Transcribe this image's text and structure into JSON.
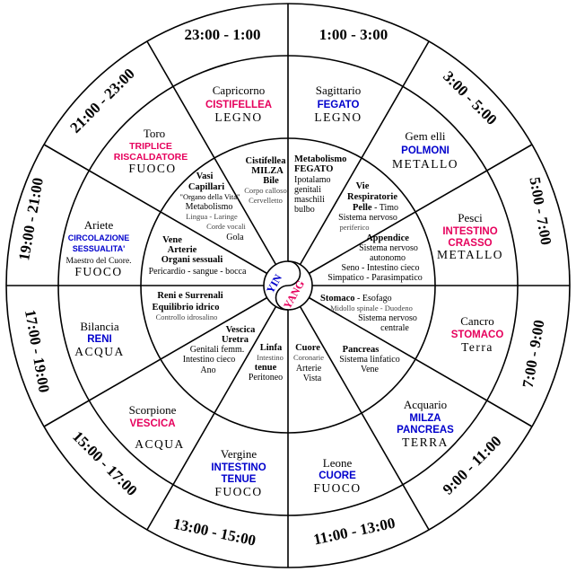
{
  "times": {
    "t23_1": "23:00 - 1:00",
    "t1_3": "1:00 - 3:00",
    "t3_5": "3:00 - 5:00",
    "t5_7": "5:00 - 7:00",
    "t7_9": "7:00 - 9:00",
    "t9_11": "9:00 - 11:00",
    "t11_13": "11:00 - 13:00",
    "t13_15": "13:00 - 15:00",
    "t15_17": "15:00 - 17:00",
    "t17_19": "17:00 - 19:00",
    "t19_21": "19:00 - 21:00",
    "t21_23": "21:00 - 23:00"
  },
  "signs": {
    "capricorno": {
      "sign": "Capricorno",
      "organ": "CISTIFELLEA",
      "element": "LEGNO"
    },
    "sagittario": {
      "sign": "Sagittario",
      "organ": "FEGATO",
      "element": "LEGNO"
    },
    "gemelli": {
      "sign": "Gem elli",
      "organ": "POLMONI",
      "element": "METALLO"
    },
    "pesci": {
      "sign": "Pesci",
      "organ1": "INTESTINO",
      "organ2": "CRASSO",
      "element": "METALLO"
    },
    "cancro": {
      "sign": "Cancro",
      "organ": "STOMACO",
      "element": "Terra"
    },
    "acquario": {
      "sign": "Acquario",
      "organ1": "MILZA",
      "organ2": "PANCREAS",
      "element": "TERRA"
    },
    "leone": {
      "sign": "Leone",
      "organ": "CUORE",
      "element": "FUOCO"
    },
    "vergine": {
      "sign": "Vergine",
      "organ1": "INTESTINO",
      "organ2": "TENUE",
      "element": "FUOCO"
    },
    "scorpione": {
      "sign": "Scorpione",
      "organ": "VESCICA",
      "element": "ACQUA"
    },
    "bilancia": {
      "sign": "Bilancia",
      "organ": "RENI",
      "element": "ACQUA"
    },
    "ariete": {
      "sign": "Ariete",
      "organ1": "CIRCOLAZIONE",
      "organ2": "SESSUALITA'",
      "line3": "Maestro del Cuore.",
      "element": "FUOCO"
    },
    "toro": {
      "sign": "Toro",
      "organ1": "TRIPLICE",
      "organ2": "RISCALDATORE",
      "element": "FUOCO"
    }
  },
  "inner": {
    "cist": {
      "l1": "Cistifellea",
      "l2": "MILZA",
      "l3": "Bile",
      "l4": "Corpo calloso",
      "l5": "Cervelletto"
    },
    "fegato": {
      "l1": "Metabolismo",
      "l2": "FEGATO",
      "l3": "Ipotalamo",
      "l4": "genitali",
      "l5": "maschili",
      "l6": "bulbo"
    },
    "polmoni": {
      "l1": "Vie",
      "l2": "Respiratorie",
      "l3": "Pelle",
      "l3b": " - Timo",
      "l4": "Sistema nervoso",
      "l5": "periferico"
    },
    "crasso": {
      "l1": "Appendice",
      "l2": "Sistema nervoso",
      "l3": "autonomo",
      "l4": "Seno - Intestino cieco",
      "l5": "Simpatico - Parasimpatico"
    },
    "stomaco": {
      "l1": "Stomaco",
      "l1b": " - Esofago",
      "l2": "Midollo spinale - Duodeno",
      "l3": "Sistema nervoso",
      "l4": "centrale"
    },
    "pancreas": {
      "l1": "Pancreas",
      "l2": "Sistema linfatico",
      "l3": "Vene"
    },
    "cuore": {
      "l1": "Cuore",
      "l2": "Coronarie",
      "l3": "Arterie",
      "l4": "Vista"
    },
    "tenue": {
      "l1": "Linfa",
      "l2": "Intestino",
      "l3": "tenue",
      "l4": "Peritoneo"
    },
    "vescica": {
      "l1": "Vescica",
      "l2": "Uretra",
      "l3": "Genitali femm.",
      "l4": "Intestino cieco",
      "l5": "Ano"
    },
    "reni": {
      "l1": "Reni e Surrenali",
      "l2": "Equilibrio idrico",
      "l3": "Controllo idrosalino"
    },
    "circ": {
      "l1": "Vene",
      "l2": "Arterie",
      "l3": "Organi sessuali",
      "l4": "Pericardio - sangue - bocca"
    },
    "triplice": {
      "l1": "Vasi",
      "l2": "Capillari",
      "l3": "\"Organo della Vita\"",
      "l4": "Metabolismo",
      "l5": "Lingua - Laringe",
      "l6": "Corde vocali",
      "l7": "Gola"
    }
  },
  "center": {
    "yin": "YIN",
    "yang": "YANG"
  },
  "colors": {
    "pink": "#e6005c",
    "blue": "#0000cc"
  }
}
